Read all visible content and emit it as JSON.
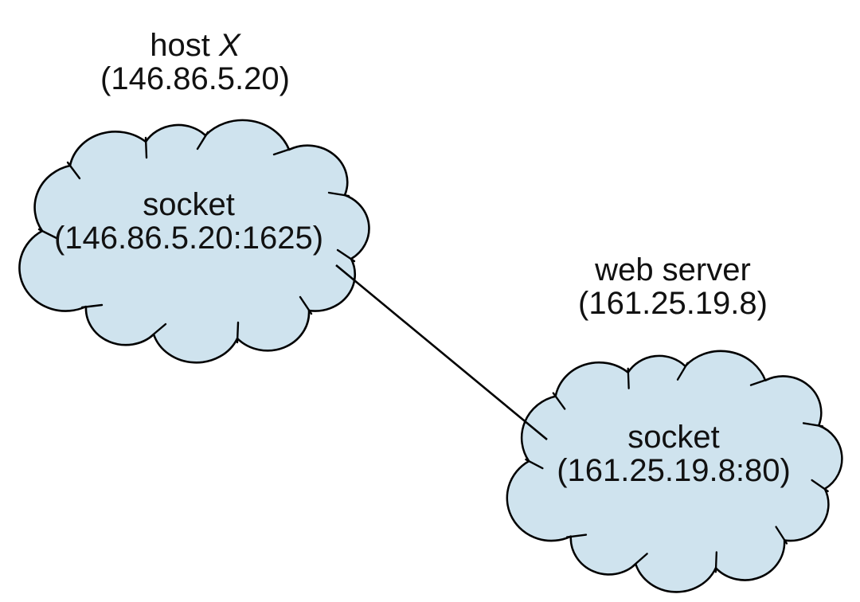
{
  "colors": {
    "cloud_fill": "#cfe3ee",
    "outline": "#000000",
    "text": "#111111",
    "background": "#ffffff"
  },
  "host": {
    "title_prefix": "host ",
    "title_var": "X",
    "address": "(146.86.5.20)"
  },
  "host_socket": {
    "title": "socket",
    "address": "(146.86.5.20:1625)"
  },
  "web_server": {
    "title": "web server",
    "address": "(161.25.19.8)"
  },
  "server_socket": {
    "title": "socket",
    "address": "(161.25.19.8:80)"
  }
}
